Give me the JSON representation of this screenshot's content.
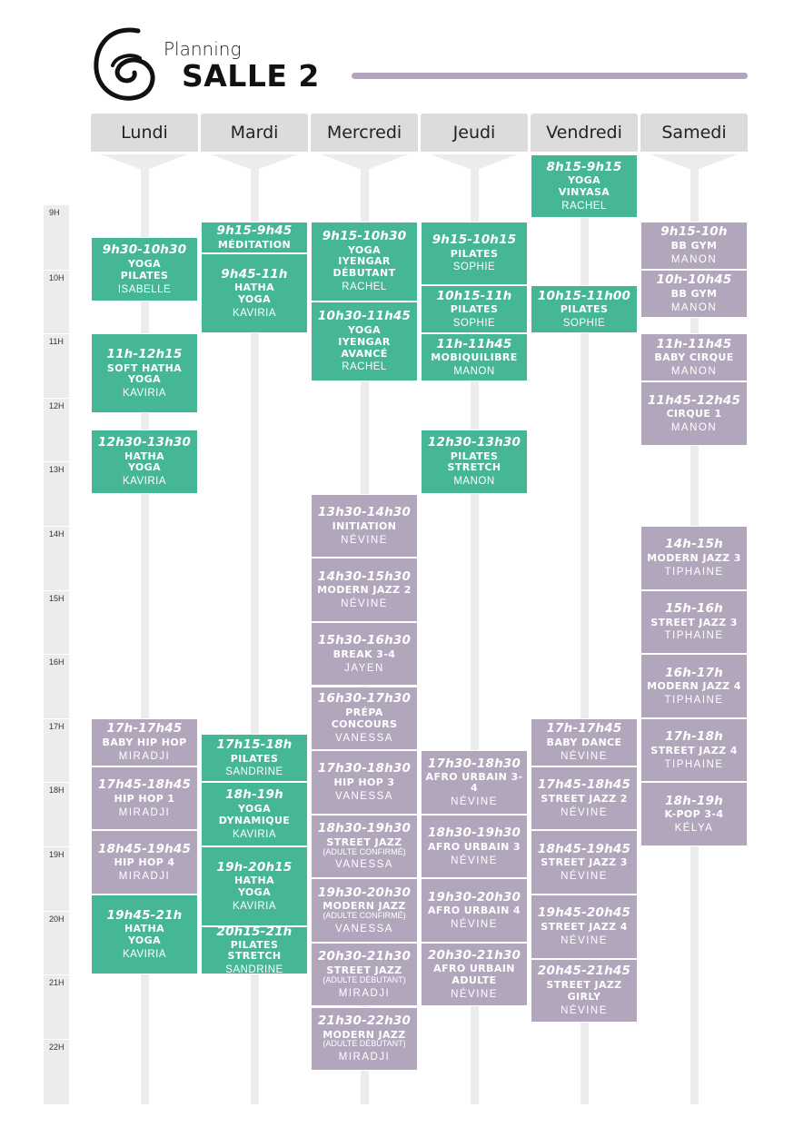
{
  "header": {
    "subtitle": "Planning",
    "title": "SALLE 2",
    "logo_icon": "spiral-logo-icon",
    "accent_rule_color": "#b2a6bd"
  },
  "colors": {
    "green": "#45b797",
    "purple": "#b2a6bd",
    "header_gray": "#dcdcdc",
    "track_gray": "#ececec"
  },
  "hours": [
    "9H",
    "10H",
    "11H",
    "12H",
    "13H",
    "14H",
    "15H",
    "16H",
    "17H",
    "18H",
    "19H",
    "20H",
    "21H",
    "22H"
  ],
  "days": [
    {
      "label": "Lundi",
      "classes": [
        {
          "time": "9h30-10h30",
          "name": [
            "YOGA",
            "PILATES"
          ],
          "teacher": "ISABELLE",
          "color": "green",
          "start": 9.5,
          "end": 10.5
        },
        {
          "time": "11h-12h15",
          "name": [
            "SOFT HATHA",
            "YOGA"
          ],
          "teacher": "KAVIRIA",
          "color": "green",
          "start": 11,
          "end": 12.25
        },
        {
          "time": "12h30-13h30",
          "name": [
            "HATHA",
            "YOGA"
          ],
          "teacher": "KAVIRIA",
          "color": "green",
          "start": 12.5,
          "end": 13.5
        },
        {
          "time": "17h-17h45",
          "name": [
            "BABY HIP HOP"
          ],
          "teacher": "MIRADJI",
          "color": "purple",
          "start": 17,
          "end": 17.75
        },
        {
          "time": "17h45-18h45",
          "name": [
            "HIP HOP 1"
          ],
          "teacher": "MIRADJI",
          "color": "purple",
          "start": 17.75,
          "end": 18.75
        },
        {
          "time": "18h45-19h45",
          "name": [
            "HIP HOP 4"
          ],
          "teacher": "MIRADJI",
          "color": "purple",
          "start": 18.75,
          "end": 19.75
        },
        {
          "time": "19h45-21h",
          "name": [
            "HATHA",
            "YOGA"
          ],
          "teacher": "KAVIRIA",
          "color": "green",
          "start": 19.75,
          "end": 21
        }
      ]
    },
    {
      "label": "Mardi",
      "classes": [
        {
          "time": "9h15-9h45",
          "name": [
            "MÉDITATION"
          ],
          "teacher": "",
          "color": "green",
          "start": 9.25,
          "end": 9.75
        },
        {
          "time": "9h45-11h",
          "name": [
            "HATHA",
            "YOGA"
          ],
          "teacher": "KAVIRIA",
          "color": "green",
          "start": 9.75,
          "end": 11
        },
        {
          "time": "17h15-18h",
          "name": [
            "PILATES"
          ],
          "teacher": "SANDRINE",
          "color": "green",
          "start": 17.25,
          "end": 18
        },
        {
          "time": "18h-19h",
          "name": [
            "YOGA",
            "DYNAMIQUE"
          ],
          "teacher": "KAVIRIA",
          "color": "green",
          "start": 18,
          "end": 19
        },
        {
          "time": "19h-20h15",
          "name": [
            "HATHA",
            "YOGA"
          ],
          "teacher": "KAVIRIA",
          "color": "green",
          "start": 19,
          "end": 20.25
        },
        {
          "time": "20h15-21h",
          "name": [
            "PILATES STRETCH"
          ],
          "teacher": "SANDRINE",
          "color": "green",
          "start": 20.25,
          "end": 21
        }
      ]
    },
    {
      "label": "Mercredi",
      "classes": [
        {
          "time": "9h15-10h30",
          "name": [
            "YOGA",
            "IYENGAR",
            "DÉBUTANT"
          ],
          "teacher": "RACHEL",
          "color": "green",
          "start": 9.25,
          "end": 10.5
        },
        {
          "time": "10h30-11h45",
          "name": [
            "YOGA",
            "IYENGAR",
            "AVANCÉ"
          ],
          "teacher": "RACHEL",
          "color": "green",
          "start": 10.5,
          "end": 11.75
        },
        {
          "time": "13h30-14h30",
          "name": [
            "INITIATION"
          ],
          "teacher": "NÉVINE",
          "color": "purple",
          "start": 13.5,
          "end": 14.5
        },
        {
          "time": "14h30-15h30",
          "name": [
            "MODERN JAZZ 2"
          ],
          "teacher": "NÉVINE",
          "color": "purple",
          "start": 14.5,
          "end": 15.5
        },
        {
          "time": "15h30-16h30",
          "name": [
            "BREAK 3-4"
          ],
          "teacher": "JAYEN",
          "color": "purple",
          "start": 15.5,
          "end": 16.5
        },
        {
          "time": "16h30-17h30",
          "name": [
            "PRÉPA",
            "CONCOURS"
          ],
          "teacher": "VANESSA",
          "color": "purple",
          "start": 16.5,
          "end": 17.5
        },
        {
          "time": "17h30-18h30",
          "name": [
            "HIP HOP 3"
          ],
          "teacher": "VANESSA",
          "color": "purple",
          "start": 17.5,
          "end": 18.5
        },
        {
          "time": "18h30-19h30",
          "name": [
            "STREET JAZZ"
          ],
          "sub": "(ADULTE CONFIRMÉ)",
          "teacher": "VANESSA",
          "color": "purple",
          "start": 18.5,
          "end": 19.5
        },
        {
          "time": "19h30-20h30",
          "name": [
            "MODERN JAZZ"
          ],
          "sub": "(ADULTE CONFIRMÉ)",
          "teacher": "VANESSA",
          "color": "purple",
          "start": 19.5,
          "end": 20.5
        },
        {
          "time": "20h30-21h30",
          "name": [
            "STREET JAZZ"
          ],
          "sub": "(ADULTE DÉBUTANT)",
          "teacher": "MIRADJI",
          "color": "purple",
          "start": 20.5,
          "end": 21.5
        },
        {
          "time": "21h30-22h30",
          "name": [
            "MODERN JAZZ"
          ],
          "sub": "(ADULTE DÉBUTANT)",
          "teacher": "MIRADJI",
          "color": "purple",
          "start": 21.5,
          "end": 22.5
        }
      ]
    },
    {
      "label": "Jeudi",
      "classes": [
        {
          "time": "9h15-10h15",
          "name": [
            "PILATES"
          ],
          "teacher": "SOPHIE",
          "color": "green",
          "start": 9.25,
          "end": 10.25
        },
        {
          "time": "10h15-11h",
          "name": [
            "PILATES"
          ],
          "teacher": "SOPHIE",
          "color": "green",
          "start": 10.25,
          "end": 11
        },
        {
          "time": "11h-11h45",
          "name": [
            "MOBIQUILIBRE"
          ],
          "teacher": "MANON",
          "color": "green",
          "start": 11,
          "end": 11.75
        },
        {
          "time": "12h30-13h30",
          "name": [
            "PILATES",
            "STRETCH"
          ],
          "teacher": "MANON",
          "color": "green",
          "start": 12.5,
          "end": 13.5
        },
        {
          "time": "17h30-18h30",
          "name": [
            "AFRO URBAIN 3-4"
          ],
          "teacher": "NÉVINE",
          "color": "purple",
          "start": 17.5,
          "end": 18.5
        },
        {
          "time": "18h30-19h30",
          "name": [
            "AFRO URBAIN 3"
          ],
          "teacher": "NÉVINE",
          "color": "purple",
          "start": 18.5,
          "end": 19.5
        },
        {
          "time": "19h30-20h30",
          "name": [
            "AFRO URBAIN 4"
          ],
          "teacher": "NÉVINE",
          "color": "purple",
          "start": 19.5,
          "end": 20.5
        },
        {
          "time": "20h30-21h30",
          "name": [
            "AFRO URBAIN",
            "ADULTE"
          ],
          "teacher": "NÉVINE",
          "color": "purple",
          "start": 20.5,
          "end": 21.5
        }
      ]
    },
    {
      "label": "Vendredi",
      "classes": [
        {
          "time": "8h15-9h15",
          "name": [
            "YOGA",
            "VINYASA"
          ],
          "teacher": "RACHEL",
          "color": "green",
          "start": 8.15,
          "end": 9.1
        },
        {
          "time": "10h15-11h00",
          "name": [
            "PILATES"
          ],
          "teacher": "SOPHIE",
          "color": "green",
          "start": 10.25,
          "end": 11
        },
        {
          "time": "17h-17h45",
          "name": [
            "BABY DANCE"
          ],
          "teacher": "NÉVINE",
          "color": "purple",
          "start": 17,
          "end": 17.75
        },
        {
          "time": "17h45-18h45",
          "name": [
            "STREET JAZZ 2"
          ],
          "teacher": "NÉVINE",
          "color": "purple",
          "start": 17.75,
          "end": 18.75
        },
        {
          "time": "18h45-19h45",
          "name": [
            "STREET JAZZ 3"
          ],
          "teacher": "NÉVINE",
          "color": "purple",
          "start": 18.75,
          "end": 19.75
        },
        {
          "time": "19h45-20h45",
          "name": [
            "STREET JAZZ 4"
          ],
          "teacher": "NÉVINE",
          "color": "purple",
          "start": 19.75,
          "end": 20.75
        },
        {
          "time": "20h45-21h45",
          "name": [
            "STREET JAZZ",
            "GIRLY"
          ],
          "teacher": "NÉVINE",
          "color": "purple",
          "start": 20.75,
          "end": 21.75
        }
      ]
    },
    {
      "label": "Samedi",
      "classes": [
        {
          "time": "9h15-10h",
          "name": [
            "BB GYM"
          ],
          "teacher": "MANON",
          "color": "purple",
          "start": 9.25,
          "end": 10
        },
        {
          "time": "10h-10h45",
          "name": [
            "BB GYM"
          ],
          "teacher": "MANON",
          "color": "purple",
          "start": 10,
          "end": 10.75
        },
        {
          "time": "11h-11h45",
          "name": [
            "BABY CIRQUE"
          ],
          "teacher": "MANON",
          "color": "purple",
          "start": 11,
          "end": 11.75
        },
        {
          "time": "11h45-12h45",
          "name": [
            "CIRQUE 1"
          ],
          "teacher": "MANON",
          "color": "purple",
          "start": 11.75,
          "end": 12.75
        },
        {
          "time": "14h-15h",
          "name": [
            "MODERN JAZZ 3"
          ],
          "teacher": "TIPHAINE",
          "color": "purple",
          "start": 14,
          "end": 15
        },
        {
          "time": "15h-16h",
          "name": [
            "STREET JAZZ 3"
          ],
          "teacher": "TIPHAINE",
          "color": "purple",
          "start": 15,
          "end": 16
        },
        {
          "time": "16h-17h",
          "name": [
            "MODERN JAZZ 4"
          ],
          "teacher": "TIPHAINE",
          "color": "purple",
          "start": 16,
          "end": 17
        },
        {
          "time": "17h-18h",
          "name": [
            "STREET JAZZ 4"
          ],
          "teacher": "TIPHAINE",
          "color": "purple",
          "start": 17,
          "end": 18
        },
        {
          "time": "18h-19h",
          "name": [
            "K-POP 3-4"
          ],
          "teacher": "KÉLYA",
          "color": "purple",
          "start": 18,
          "end": 19
        }
      ]
    }
  ]
}
